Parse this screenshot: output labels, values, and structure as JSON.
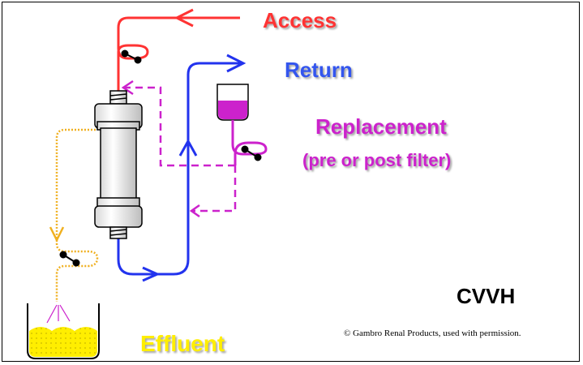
{
  "labels": {
    "access": "Access",
    "return": "Return",
    "replacement": "Replacement",
    "pre_post": "(pre or post filter)",
    "effluent": "Effluent",
    "mode": "CVVH",
    "copyright": "© Gambro Renal Products, used with permission."
  },
  "colors": {
    "access": "#ff3333",
    "return": "#2233ee",
    "replacement": "#cc22cc",
    "effluent": "#f0b020",
    "effluent_fluid": "#ffee00"
  }
}
